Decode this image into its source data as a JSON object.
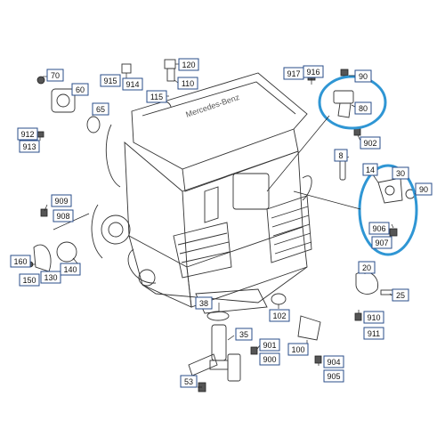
{
  "brand_text": "Mercedes-Benz",
  "highlight_color": "#2f96d4",
  "callouts": [
    {
      "key": "c70",
      "text": "70"
    },
    {
      "key": "c60",
      "text": "60"
    },
    {
      "key": "c65",
      "text": "65"
    },
    {
      "key": "c912",
      "text": "912"
    },
    {
      "key": "c913",
      "text": "913"
    },
    {
      "key": "c915",
      "text": "915"
    },
    {
      "key": "c914",
      "text": "914"
    },
    {
      "key": "c120",
      "text": "120"
    },
    {
      "key": "c110",
      "text": "110"
    },
    {
      "key": "c115",
      "text": "115"
    },
    {
      "key": "c917",
      "text": "917"
    },
    {
      "key": "c916",
      "text": "916"
    },
    {
      "key": "c90a",
      "text": "90"
    },
    {
      "key": "c80",
      "text": "80"
    },
    {
      "key": "c902",
      "text": "902"
    },
    {
      "key": "c8",
      "text": "8"
    },
    {
      "key": "c14",
      "text": "14"
    },
    {
      "key": "c30",
      "text": "30"
    },
    {
      "key": "c90b",
      "text": "90"
    },
    {
      "key": "c906",
      "text": "906"
    },
    {
      "key": "c907",
      "text": "907"
    },
    {
      "key": "c909",
      "text": "909"
    },
    {
      "key": "c908",
      "text": "908"
    },
    {
      "key": "c160",
      "text": "160"
    },
    {
      "key": "c140",
      "text": "140"
    },
    {
      "key": "c150",
      "text": "150"
    },
    {
      "key": "c130",
      "text": "130"
    },
    {
      "key": "c20",
      "text": "20"
    },
    {
      "key": "c25",
      "text": "25"
    },
    {
      "key": "c910",
      "text": "910"
    },
    {
      "key": "c911",
      "text": "911"
    },
    {
      "key": "c38",
      "text": "38"
    },
    {
      "key": "c35",
      "text": "35"
    },
    {
      "key": "c102",
      "text": "102"
    },
    {
      "key": "c901",
      "text": "901"
    },
    {
      "key": "c900",
      "text": "900"
    },
    {
      "key": "c100",
      "text": "100"
    },
    {
      "key": "c904",
      "text": "904"
    },
    {
      "key": "c905",
      "text": "905"
    },
    {
      "key": "c53",
      "text": "53"
    }
  ]
}
